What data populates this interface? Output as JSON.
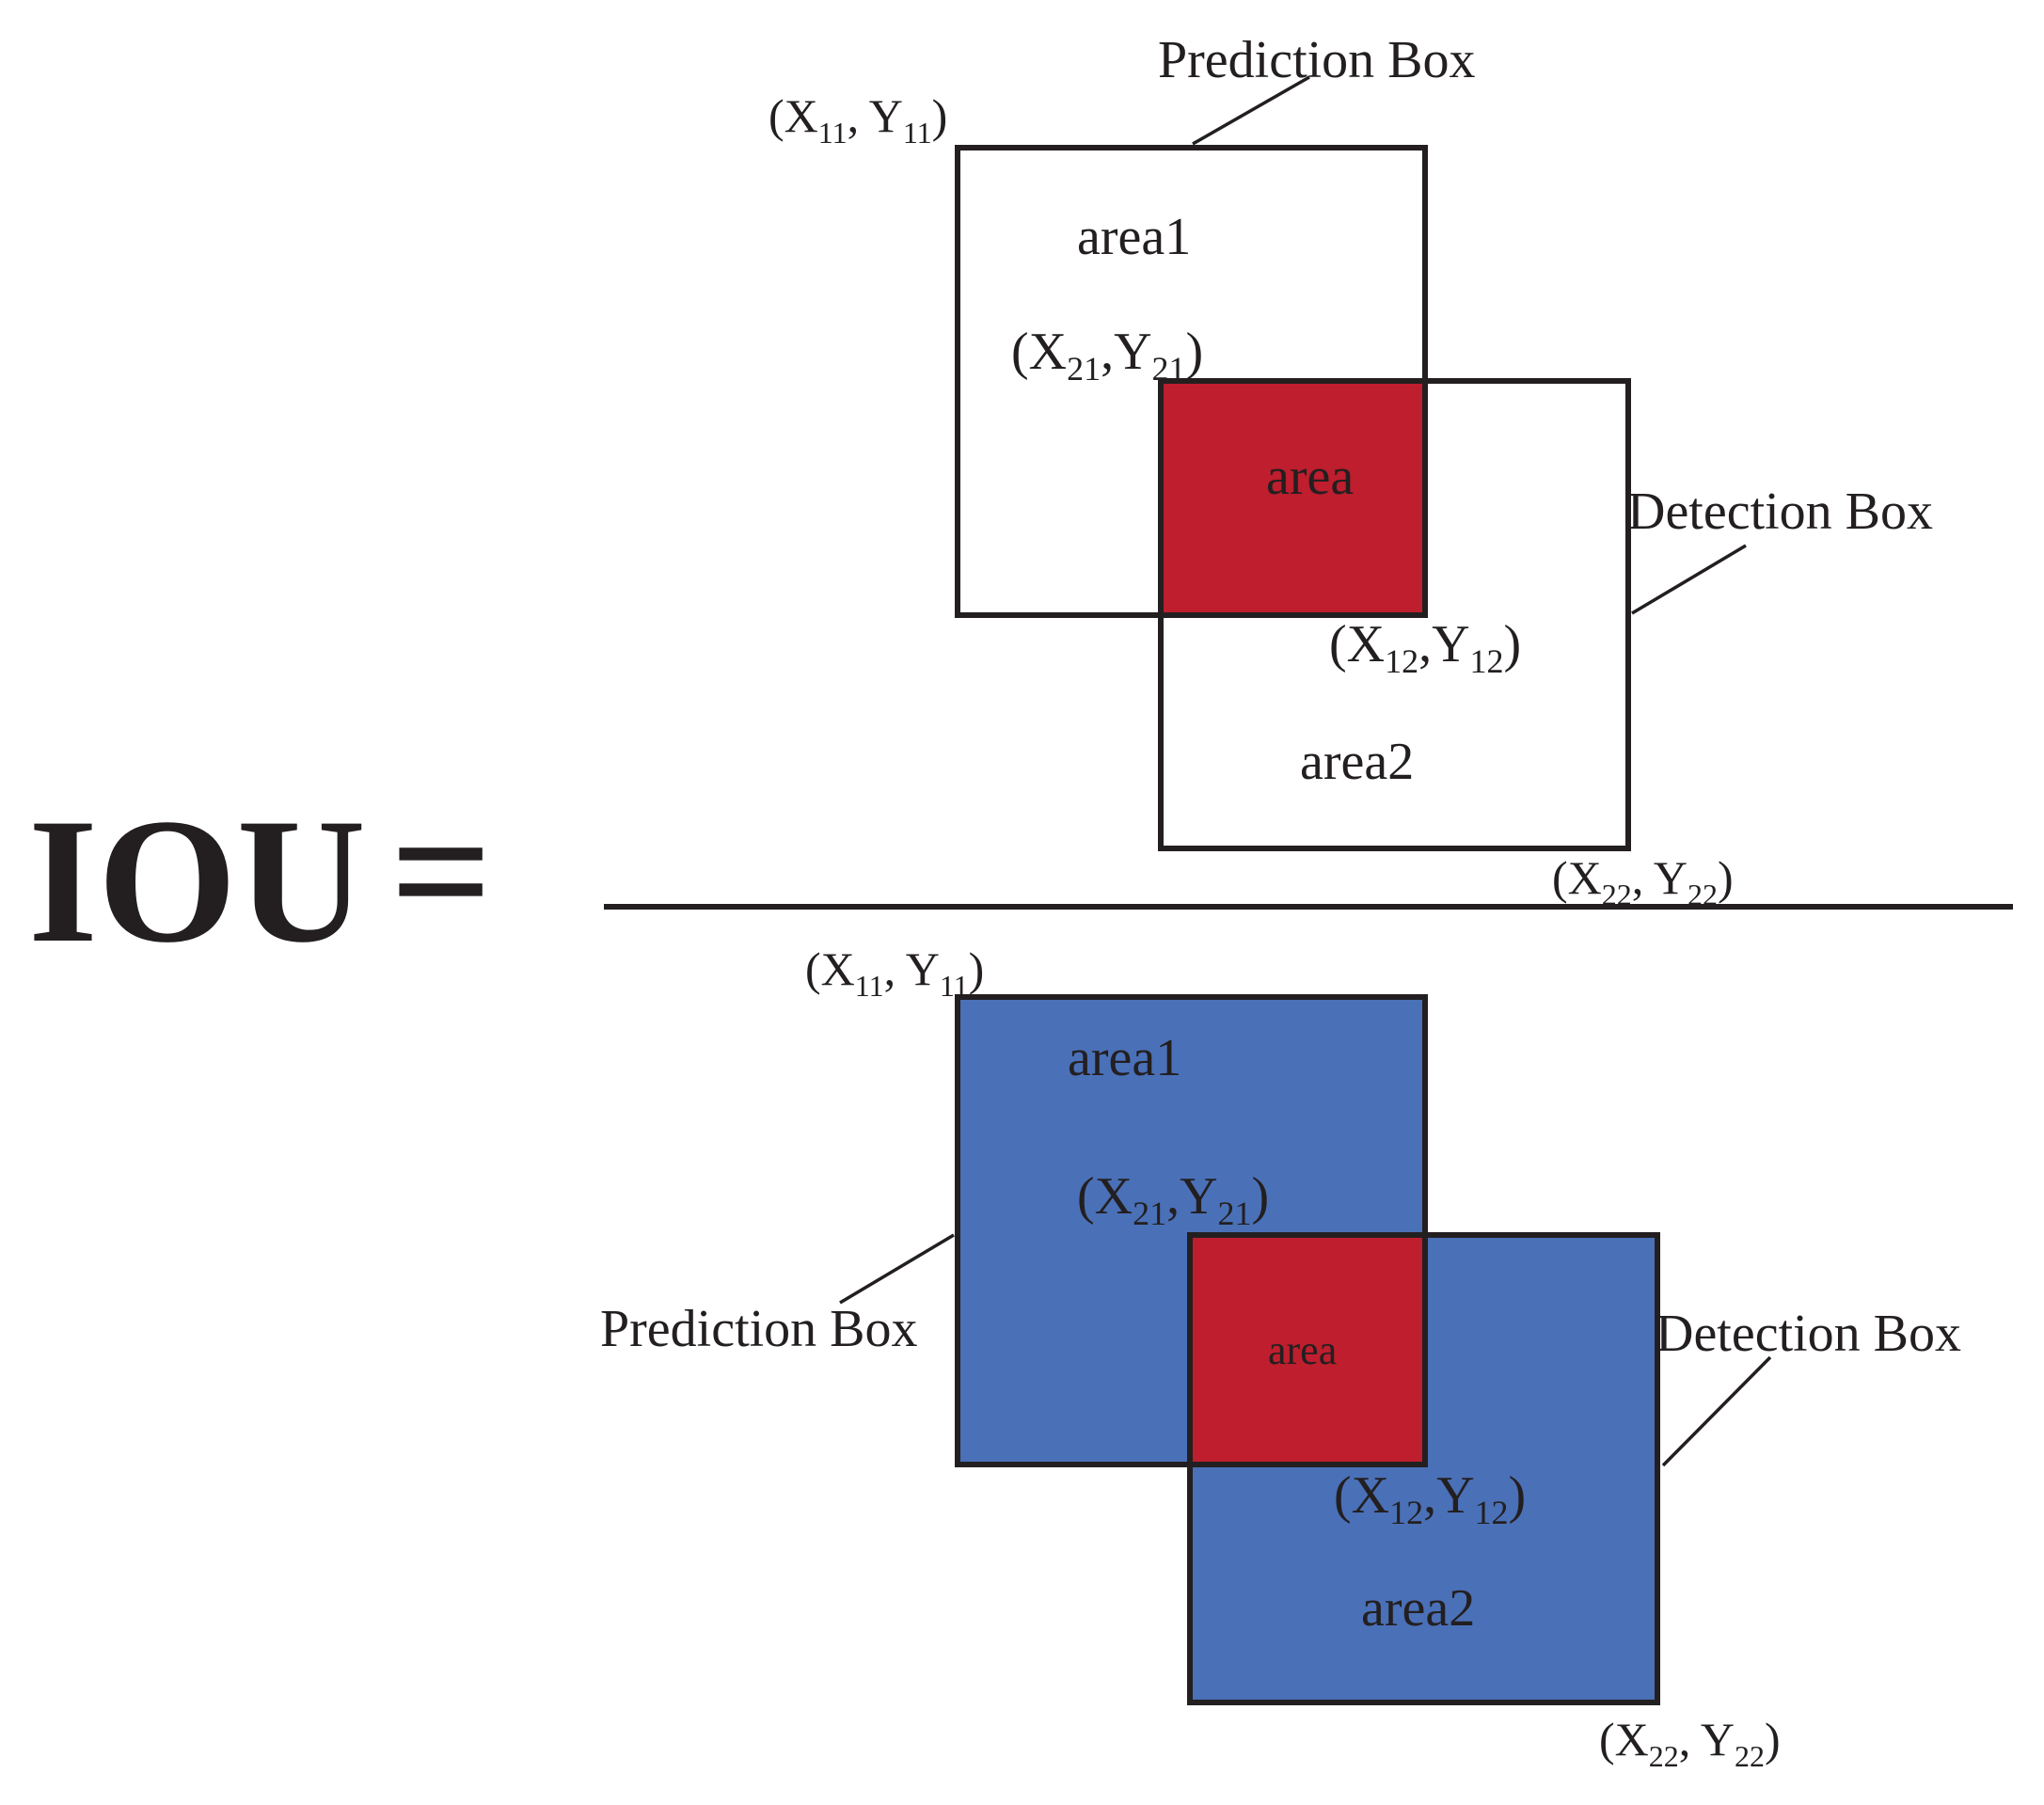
{
  "equation": {
    "lhs": "IOU",
    "equals": "="
  },
  "colors": {
    "outline": "#231f20",
    "intersection": "#be1e2d",
    "union_fill": "#4a70b7",
    "numerator_fill": "#ffffff"
  },
  "numerator": {
    "prediction_box_label": "Prediction Box",
    "detection_box_label": "Detection Box",
    "area1_label": "area1",
    "area_label": "area",
    "area2_label": "area2",
    "coords": {
      "p11": {
        "open": "(X",
        "sub_x": "11",
        "mid": ", Y",
        "sub_y": "11",
        "close": ")"
      },
      "p21": {
        "open": "(X",
        "sub_x": "21",
        "mid": ",Y",
        "sub_y": "21",
        "close": ")"
      },
      "p12": {
        "open": "(X",
        "sub_x": "12",
        "mid": ",Y",
        "sub_y": "12",
        "close": ")"
      },
      "p22": {
        "open": "(X",
        "sub_x": "22",
        "mid": ", Y",
        "sub_y": "22",
        "close": ")"
      }
    }
  },
  "denominator": {
    "prediction_box_label": "Prediction Box",
    "detection_box_label": "Detection Box",
    "area1_label": "area1",
    "area_label": "area",
    "area2_label": "area2",
    "coords": {
      "p11": {
        "open": "(X",
        "sub_x": "11",
        "mid": ", Y",
        "sub_y": "11",
        "close": ")"
      },
      "p21": {
        "open": "(X",
        "sub_x": "21",
        "mid": ",Y",
        "sub_y": "21",
        "close": ")"
      },
      "p12": {
        "open": "(X",
        "sub_x": "12",
        "mid": ",Y",
        "sub_y": "12",
        "close": ")"
      },
      "p22": {
        "open": "(X",
        "sub_x": "22",
        "mid": ", Y",
        "sub_y": "22",
        "close": ")"
      }
    }
  }
}
